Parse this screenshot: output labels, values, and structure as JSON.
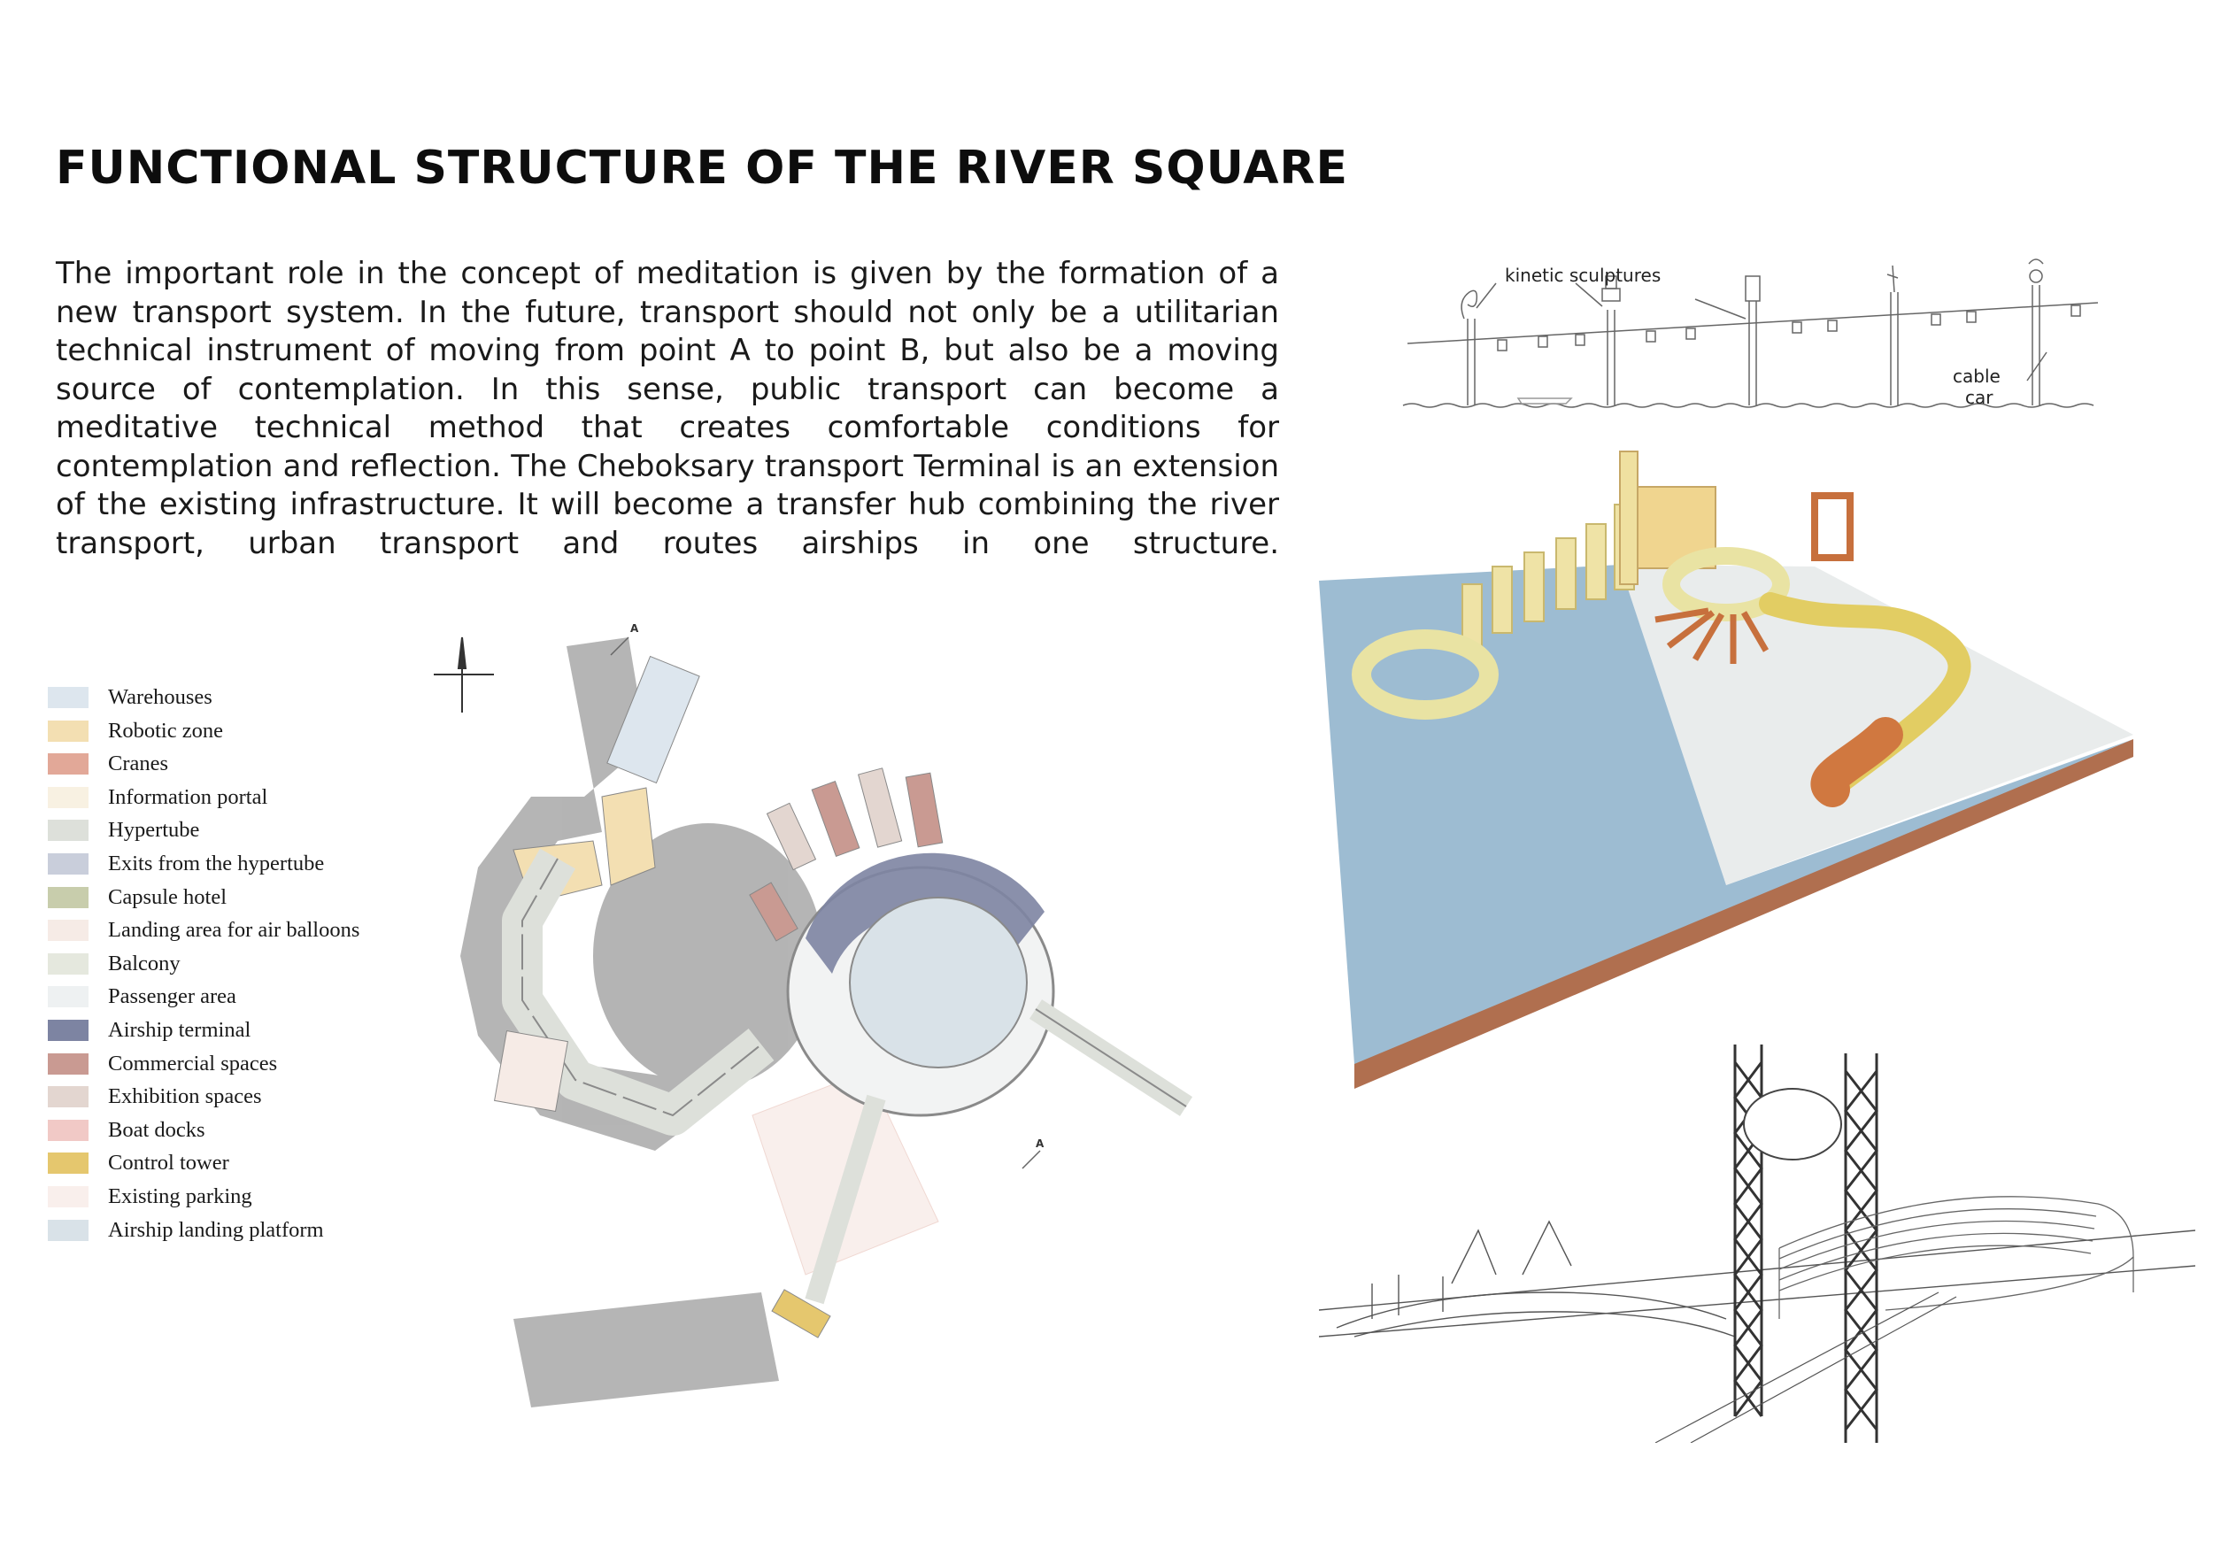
{
  "title": "FUNCTIONAL STRUCTURE OF THE RIVER SQUARE",
  "intro": "The important role in the concept of meditation is given by the formation of a new transport system. In the future, transport should not only be a utilitarian technical instrument of moving from point A to point B, but also be a moving source of contemplation.  In this sense, public transport can become a meditative technical method that creates comfortable conditions for contemplation and reflection. The Cheboksary transport Terminal is an extension of the existing infrastructure. It will become a transfer hub combining the river transport, urban transport and routes airships in one structure.",
  "legend": [
    {
      "label": "Warehouses",
      "color": "#dde6ee"
    },
    {
      "label": "Robotic zone",
      "color": "#f3dfb2"
    },
    {
      "label": "Cranes",
      "color": "#e2a898"
    },
    {
      "label": "Information portal",
      "color": "#f8f1e2"
    },
    {
      "label": "Hypertube",
      "color": "#dde0da"
    },
    {
      "label": "Exits from the hypertube",
      "color": "#c9cedb"
    },
    {
      "label": "Capsule hotel",
      "color": "#c8cdac"
    },
    {
      "label": "Landing area for air balloons",
      "color": "#f6ebe6"
    },
    {
      "label": "Balcony",
      "color": "#e5e8de"
    },
    {
      "label": "Passenger area",
      "color": "#eef1f2"
    },
    {
      "label": " Airship terminal",
      "color": "#7d84a2"
    },
    {
      "label": "Commercial spaces",
      "color": "#c99a92"
    },
    {
      "label": "Exhibition spaces",
      "color": "#e3d6d0"
    },
    {
      "label": "Boat docks",
      "color": "#f1c9c6"
    },
    {
      "label": "Control tower",
      "color": "#e5c76e"
    },
    {
      "label": "Existing parking",
      "color": "#f9efec"
    },
    {
      "label": "Airship landing platform",
      "color": "#d9e2e8"
    }
  ],
  "elevation": {
    "label_sculptures": "kinetic sculptures",
    "label_cable": "cable",
    "label_car": "car"
  },
  "plan": {
    "section_mark": "A"
  }
}
